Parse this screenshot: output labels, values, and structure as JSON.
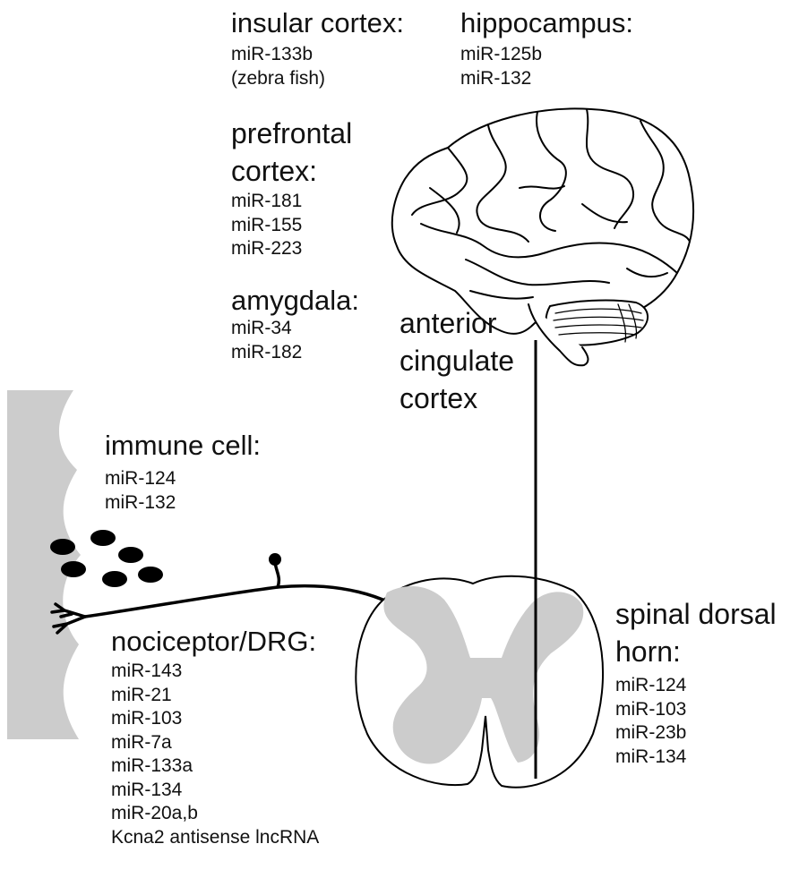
{
  "regions": {
    "insular": {
      "title": "insular cortex:",
      "items": [
        "miR-133b",
        "(zebra fish)"
      ]
    },
    "hippocampus": {
      "title": "hippocampus:",
      "items": [
        "miR-125b",
        "miR-132"
      ]
    },
    "prefrontal": {
      "title_line1": "prefrontal",
      "title_line2": "cortex:",
      "items": [
        "miR-181",
        "miR-155",
        "miR-223"
      ]
    },
    "amygdala": {
      "title": "amygdala:",
      "items": [
        "miR-34",
        "miR-182"
      ]
    },
    "acc": {
      "line1": "anterior",
      "line2": "cingulate",
      "line3": "cortex"
    },
    "immune": {
      "title": "immune cell:",
      "items": [
        "miR-124",
        "miR-132"
      ]
    },
    "nociceptor": {
      "title": "nociceptor/DRG:",
      "items": [
        "miR-143",
        "miR-21",
        "miR-103",
        "miR-7a",
        "miR-133a",
        "miR-134",
        "miR-20a,b",
        "Kcna2 antisense lncRNA"
      ]
    },
    "spinal": {
      "title_line1": "spinal dorsal",
      "title_line2": "horn:",
      "items": [
        "miR-124",
        "miR-103",
        "miR-23b",
        "miR-134"
      ]
    }
  },
  "colors": {
    "tissue_gray": "#cccccc",
    "line": "#000000",
    "cell_fill": "#000000"
  },
  "icons": {
    "brain": "brain-illustration",
    "spinal_cord": "spinal-cord-cross-section",
    "skin": "skin-tissue",
    "neuron": "nociceptor-neuron"
  }
}
